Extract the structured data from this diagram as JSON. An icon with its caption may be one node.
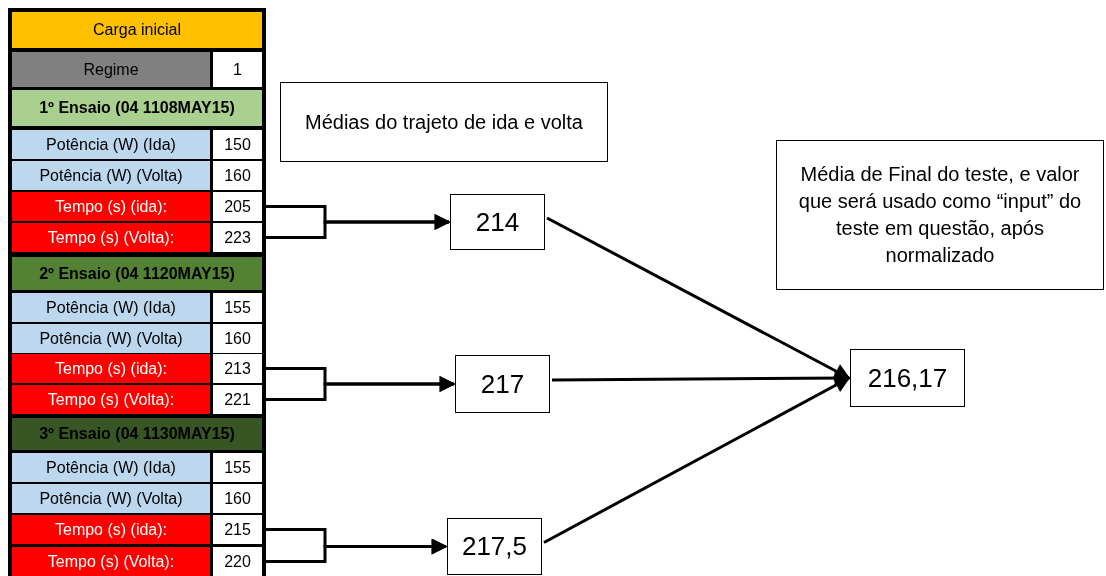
{
  "diagram": {
    "nodes": [
      {
        "text": [
          "Carga inicial"
        ]
      },
      {
        "text": [
          "Regime"
        ]
      },
      {
        "text": [
          "1"
        ]
      },
      {
        "text": [
          "1º Ensaio (04 1108MAY15)"
        ]
      },
      {
        "text": [
          "Potência (W) (Ida)"
        ]
      },
      {
        "text": [
          "150"
        ]
      },
      {
        "text": [
          "Potência (W) (Volta)"
        ]
      },
      {
        "text": [
          "160"
        ]
      },
      {
        "text": [
          "Tempo (s) (ida):"
        ]
      },
      {
        "text": [
          "205"
        ]
      },
      {
        "text": [
          "Tempo (s) (Volta):"
        ]
      },
      {
        "text": [
          "223"
        ]
      },
      {
        "text": [
          "2º Ensaio (04 1120MAY15)"
        ]
      },
      {
        "text": [
          "Potência (W) (Ida)"
        ]
      },
      {
        "text": [
          "155"
        ]
      },
      {
        "text": [
          "Potência (W) (Volta)"
        ]
      },
      {
        "text": [
          "160"
        ]
      },
      {
        "text": [
          "Tempo (s) (ida):"
        ]
      },
      {
        "text": [
          "213"
        ]
      },
      {
        "text": [
          "Tempo (s) (Volta):"
        ]
      },
      {
        "text": [
          "221"
        ]
      },
      {
        "text": [
          "3º Ensaio (04 1130MAY15)"
        ]
      },
      {
        "text": [
          "Potência (W) (Ida)"
        ]
      },
      {
        "text": [
          "155"
        ]
      },
      {
        "text": [
          "Potência (W) (Volta)"
        ]
      },
      {
        "text": [
          "160"
        ]
      },
      {
        "text": [
          "Tempo (s) (ida):"
        ]
      },
      {
        "text": [
          "215"
        ]
      },
      {
        "text": [
          "Tempo (s) (Volta):"
        ]
      },
      {
        "text": [
          "220"
        ]
      },
      {
        "text": [
          "Médias do trajeto de ida e volta"
        ]
      },
      {
        "text": [
          "214"
        ]
      },
      {
        "text": [
          "Média de Final do teste, e valor que será usado como “input” do teste em questão, após normalizado"
        ]
      },
      {
        "text": [
          "217"
        ]
      },
      {
        "text": [
          "216,17"
        ]
      },
      {
        "text": [
          "217,5"
        ]
      }
    ],
    "edges": [
      {
        "from": 9,
        "to": 31,
        "arrow": "to"
      },
      {
        "from": 11,
        "to": 31,
        "arrow": "to"
      },
      {
        "from": 18,
        "to": 33,
        "arrow": "to"
      },
      {
        "from": 20,
        "to": 33,
        "arrow": "to"
      },
      {
        "from": 27,
        "to": 35,
        "arrow": "to"
      },
      {
        "from": 29,
        "to": 35,
        "arrow": "to"
      },
      {
        "from": 31,
        "to": 34,
        "arrow": "to"
      },
      {
        "from": 33,
        "to": 34,
        "arrow": "to"
      },
      {
        "from": 35,
        "to": 34,
        "arrow": "to"
      }
    ]
  }
}
